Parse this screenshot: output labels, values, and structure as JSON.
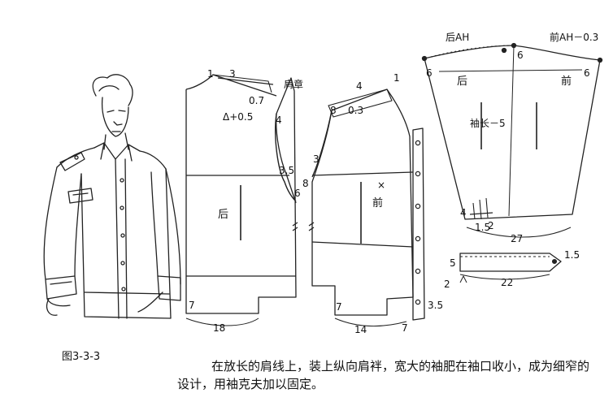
{
  "figure_number": "图3-3-3",
  "caption": "在放长的肩线上，装上纵向肩袢，宽大的袖肥在袖口收小，成为细窄的设计，用袖克夫加以固定。",
  "back": {
    "label": "后",
    "epaulette_label": "肩章",
    "dims": {
      "d1": "1",
      "d3": "3",
      "d07": "0.7",
      "d4": "4",
      "delta": "Δ+0.5",
      "d35": "3.5",
      "d6": "6",
      "d7": "7",
      "hem": "18"
    }
  },
  "front": {
    "label": "前",
    "x_mark": "×",
    "dims": {
      "d4": "4",
      "d1": "1",
      "d8": "8",
      "d03": "0.3",
      "d3": "3",
      "d8b": "8",
      "d7": "7",
      "d14": "14",
      "d35": "3.5",
      "d2": "2"
    }
  },
  "sleeve": {
    "back_label": "后",
    "front_label": "前",
    "back_ah": "后AH",
    "front_ah": "前AH－0.3",
    "length": "袖长－5",
    "dims": {
      "d6a": "6",
      "d6b": "6",
      "d6c": "6",
      "d4": "4",
      "d15": "1.5",
      "d2": "2",
      "width": "27"
    }
  },
  "cuff": {
    "height": "5",
    "length": "22",
    "tab": "1.5"
  }
}
